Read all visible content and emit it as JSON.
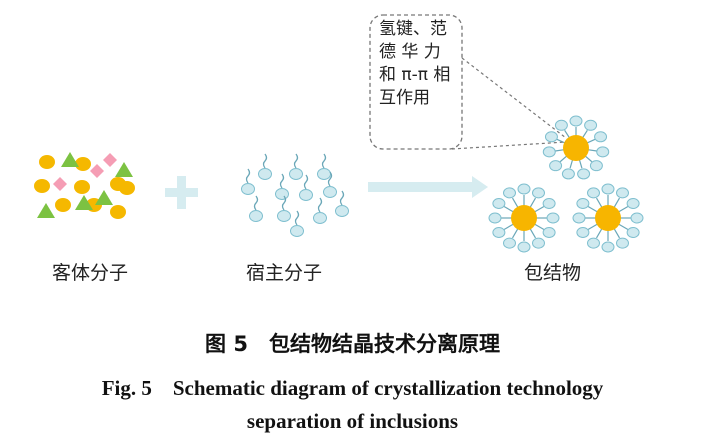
{
  "labels": {
    "guest": "客体分子",
    "host": "宿主分子",
    "inclusion": "包结物"
  },
  "callout": {
    "lines": [
      "氢键、范",
      "德 华 力",
      "和 π-π 相",
      "互作用"
    ]
  },
  "caption": {
    "cn": "图 5　包结物结晶技术分离原理",
    "en_line1": "Fig. 5　Schematic diagram of crystallization technology",
    "en_line2": "separation of inclusions"
  },
  "colors": {
    "guest_circle": "#f5b800",
    "guest_triangle": "#7cc242",
    "guest_diamond": "#f59db4",
    "host_head_fill": "#cfe9ef",
    "host_head_stroke": "#7fbfcf",
    "host_tail": "#6aa7b8",
    "core": "#f7b500",
    "plus": "#d6ecf0",
    "arrow": "#d6ecf0",
    "callout_border": "#777777"
  }
}
